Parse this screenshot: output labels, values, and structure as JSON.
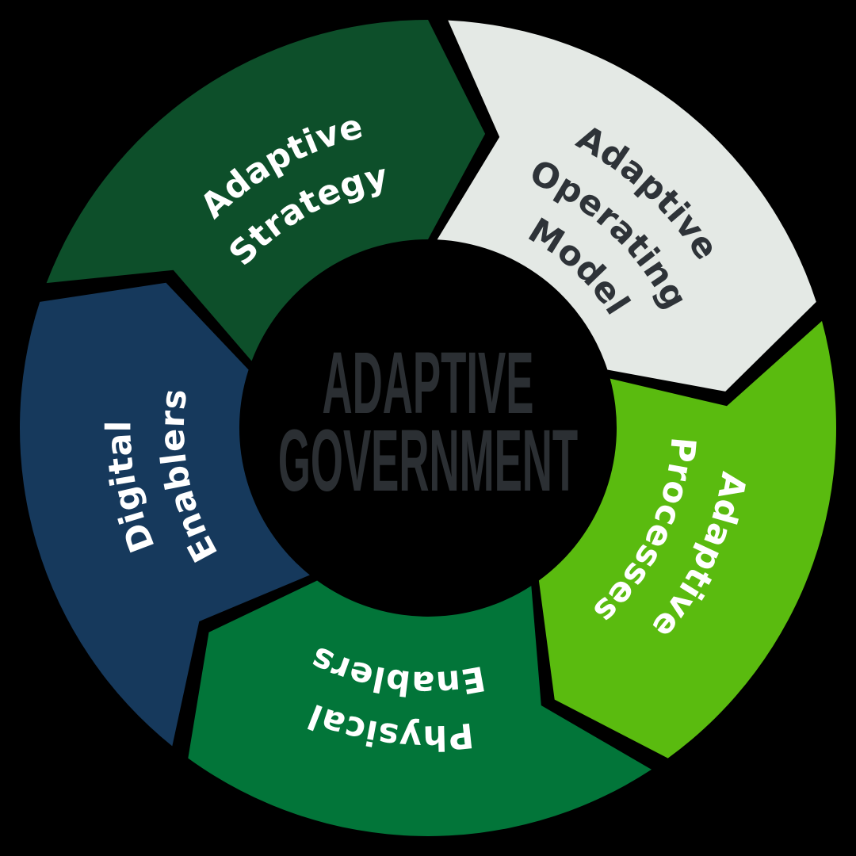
{
  "background_color": "#000000",
  "title": {
    "line1": "ADAPTIVE",
    "line2": "GOVERNMENT",
    "color": "#2b2f33"
  },
  "segments": [
    {
      "id": "adaptive-strategy",
      "lines": [
        "Adaptive",
        "Strategy"
      ],
      "color": "#0d4f2a",
      "text_color": "#ffffff"
    },
    {
      "id": "adaptive-operating-model",
      "lines": [
        "Adaptive",
        "Operating",
        "Model"
      ],
      "color": "#e4e9e5",
      "text_color": "#2e3338"
    },
    {
      "id": "adaptive-processes",
      "lines": [
        "Adaptive",
        "Processes"
      ],
      "color": "#5abb0f",
      "text_color": "#ffffff"
    },
    {
      "id": "physical-enablers",
      "lines": [
        "Physical",
        "Enablers"
      ],
      "color": "#027539",
      "text_color": "#ffffff"
    },
    {
      "id": "digital-enablers",
      "lines": [
        "Digital",
        "Enablers"
      ],
      "color": "#16395c",
      "text_color": "#ffffff"
    }
  ]
}
